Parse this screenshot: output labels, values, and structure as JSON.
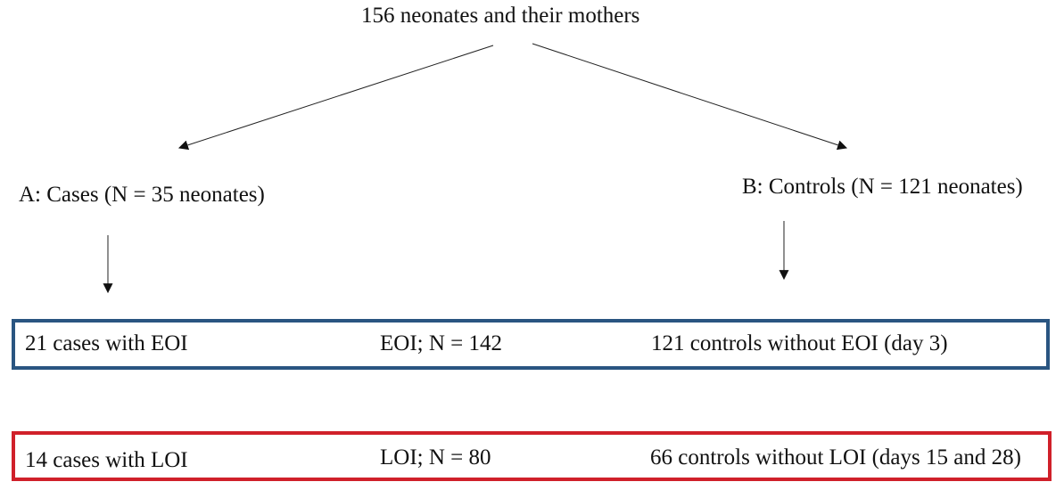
{
  "root": {
    "label": "156 neonates and their mothers"
  },
  "groups": {
    "cases": {
      "label": "A: Cases (N = 35 neonates)"
    },
    "controls": {
      "label": "B: Controls (N = 121 neonates)"
    }
  },
  "rows": {
    "eoi": {
      "cases": "21 cases with EOI",
      "total": "EOI; N = 142",
      "controls": "121 controls without EOI (day 3)",
      "border_color": "#2a5581"
    },
    "loi": {
      "cases": "14 cases with LOI",
      "total": "LOI; N = 80",
      "controls": "66 controls without LOI (days 15 and 28)",
      "border_color": "#d0202a"
    }
  }
}
